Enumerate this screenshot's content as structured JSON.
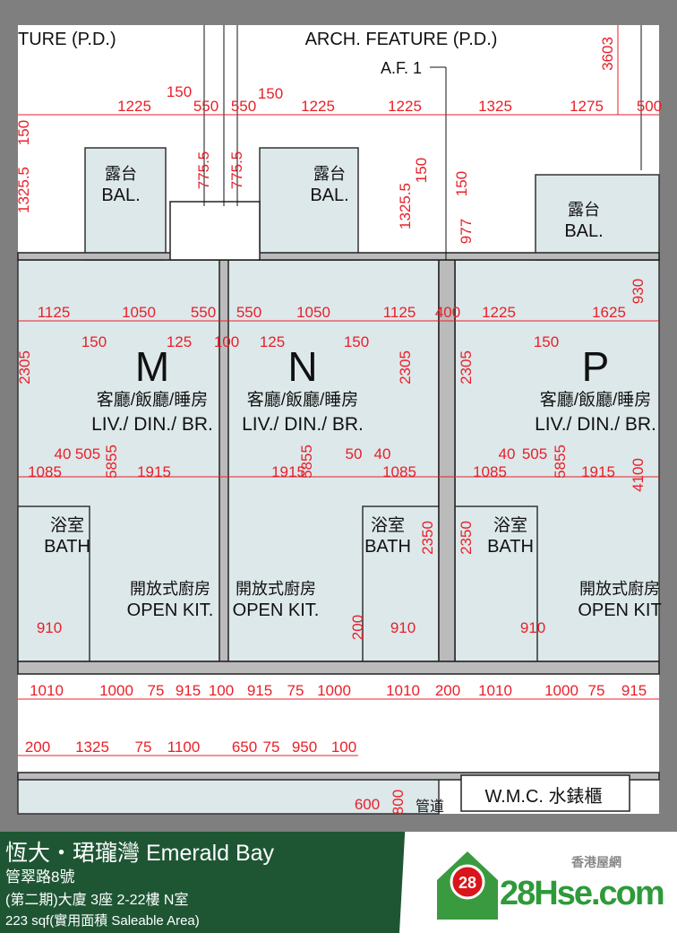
{
  "plan": {
    "units": [
      "M",
      "N",
      "P"
    ],
    "living_cn": "客廳/飯廳/睡房",
    "living_en": "LIV./ DIN./ BR.",
    "bath_cn": "浴室",
    "bath_en": "BATH",
    "kit_cn": "開放式廚房",
    "kit_en": "OPEN KIT.",
    "kit_en_cut": "OPEN KIT",
    "bal_cn": "露台",
    "bal_en": "BAL.",
    "arch_feature": "ARCH. FEATURE (P.D.)",
    "arch_feature_cut": "TURE (P.D.)",
    "af": "A.F. 1",
    "wmc": "W.M.C. 水錶櫃",
    "duct": "管道",
    "dims_h": [
      "1225",
      "150",
      "550",
      "550",
      "150",
      "1225",
      "1225",
      "1325",
      "1275",
      "500",
      "1125",
      "1050",
      "550",
      "550",
      "1050",
      "1125",
      "400",
      "1225",
      "1625",
      "150",
      "125",
      "100",
      "125",
      "150",
      "150",
      "40",
      "505",
      "50",
      "40",
      "40",
      "505",
      "1085",
      "1915",
      "1915",
      "1085",
      "1085",
      "1915",
      "910",
      "910",
      "910",
      "1010",
      "1000",
      "75",
      "915",
      "100",
      "915",
      "75",
      "1000",
      "1010",
      "200",
      "1010",
      "1000",
      "75",
      "915",
      "200",
      "1325",
      "75",
      "1100",
      "650",
      "75",
      "950",
      "100",
      "600"
    ],
    "dims_v": [
      "3603",
      "1325.5",
      "150",
      "775.5",
      "775.5",
      "1325.5",
      "150",
      "150",
      "977",
      "2305",
      "2305",
      "2305",
      "5855",
      "5855",
      "5855",
      "4100",
      "930",
      "2350",
      "2350",
      "800",
      "200"
    ]
  },
  "footer": {
    "title": "恆大・珺瓏灣 Emerald Bay",
    "address": "管翠路8號",
    "unit": "(第二期)大廈 3座 2-22樓 N室",
    "area": "223 sqf(實用面積 Saleable Area)",
    "logo_cn": "香港屋網",
    "logo_text": "28Hse.com",
    "logo_badge": "28"
  },
  "colors": {
    "footer_green": "#1e5634",
    "dim_red": "#e8202a",
    "room_fill": "#dde8ea",
    "logo_green": "#2e9a3a"
  }
}
